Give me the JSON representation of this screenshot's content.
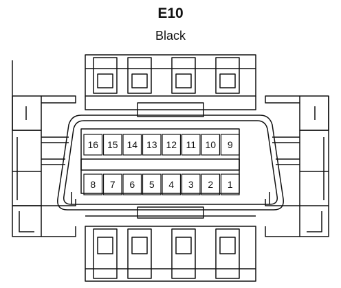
{
  "connector": {
    "id": "E10",
    "color_label": "Black"
  },
  "pins": {
    "top_row": [
      "16",
      "15",
      "14",
      "13",
      "12",
      "11",
      "10",
      "9"
    ],
    "bottom_row": [
      "8",
      "7",
      "6",
      "5",
      "4",
      "3",
      "2",
      "1"
    ]
  }
}
